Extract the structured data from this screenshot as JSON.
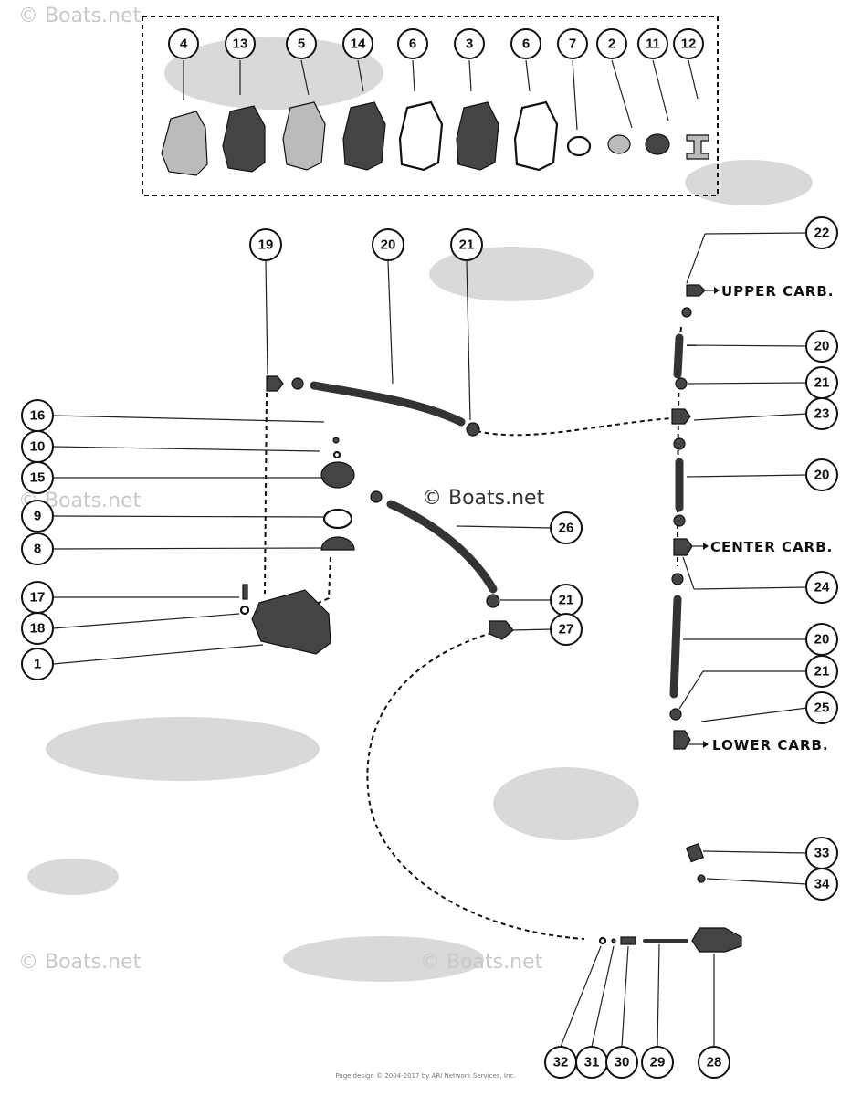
{
  "watermarks": {
    "corner": "© Boats.net",
    "center": "© Boats.net"
  },
  "labels": {
    "upper_carb": "UPPER CARB.",
    "center_carb": "CENTER CARB.",
    "lower_carb": "LOWER CARB."
  },
  "kit_callouts": [
    "4",
    "13",
    "5",
    "14",
    "6",
    "3",
    "6",
    "7",
    "2",
    "11",
    "12"
  ],
  "callouts": {
    "c1": "1",
    "c8": "8",
    "c9": "9",
    "c10": "10",
    "c15": "15",
    "c16": "16",
    "c17": "17",
    "c18": "18",
    "c19": "19",
    "c20a": "20",
    "c21a": "21",
    "c22": "22",
    "c20b": "20",
    "c21b": "21",
    "c23": "23",
    "c20c": "20",
    "c24": "24",
    "c26": "26",
    "c21c": "21",
    "c27": "27",
    "c20d": "20",
    "c21d": "21",
    "c25": "25",
    "c33": "33",
    "c34": "34",
    "c32": "32",
    "c31": "31",
    "c30": "30",
    "c29": "29",
    "c28": "28"
  },
  "footer": {
    "line1": "Page design © 2004-2017 by ARI Network Services, Inc."
  }
}
